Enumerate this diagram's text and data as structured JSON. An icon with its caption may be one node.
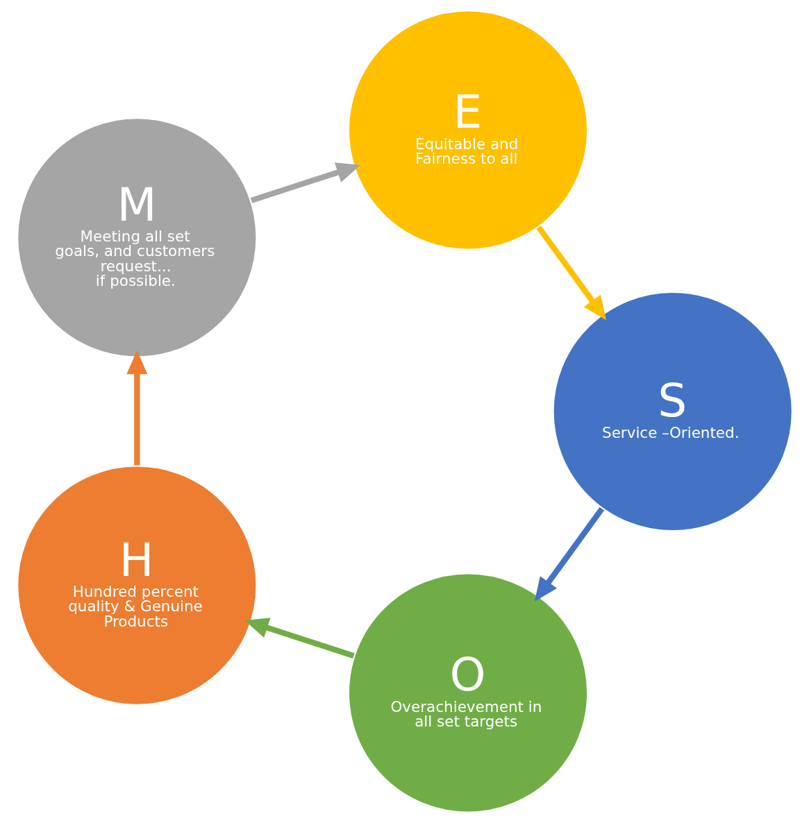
{
  "diagram": {
    "nodes": [
      {
        "text": [
          "O",
          "Overachievement in all set targets"
        ]
      },
      {
        "text": [
          "H",
          "Hundred percent quality & Genuine Products"
        ]
      },
      {
        "text": [
          "M",
          "Meeting all set goals, and customers request...",
          "if possible."
        ]
      },
      {
        "text": [
          "E",
          "Equitable and Fairness to all"
        ]
      },
      {
        "text": [
          "S",
          "Service –Oriented."
        ]
      }
    ],
    "edges": [
      {
        "from": 0,
        "to": 1,
        "arrow": "to",
        "color": "#70ad47"
      },
      {
        "from": 1,
        "to": 2,
        "arrow": "to",
        "color": "#ed7d31"
      },
      {
        "from": 2,
        "to": 3,
        "arrow": "to",
        "color": "#a5a5a5"
      },
      {
        "from": 3,
        "to": 4,
        "arrow": "to",
        "color": "#ffc000"
      },
      {
        "from": 4,
        "to": 0,
        "arrow": "to",
        "color": "#4472c4"
      }
    ]
  }
}
